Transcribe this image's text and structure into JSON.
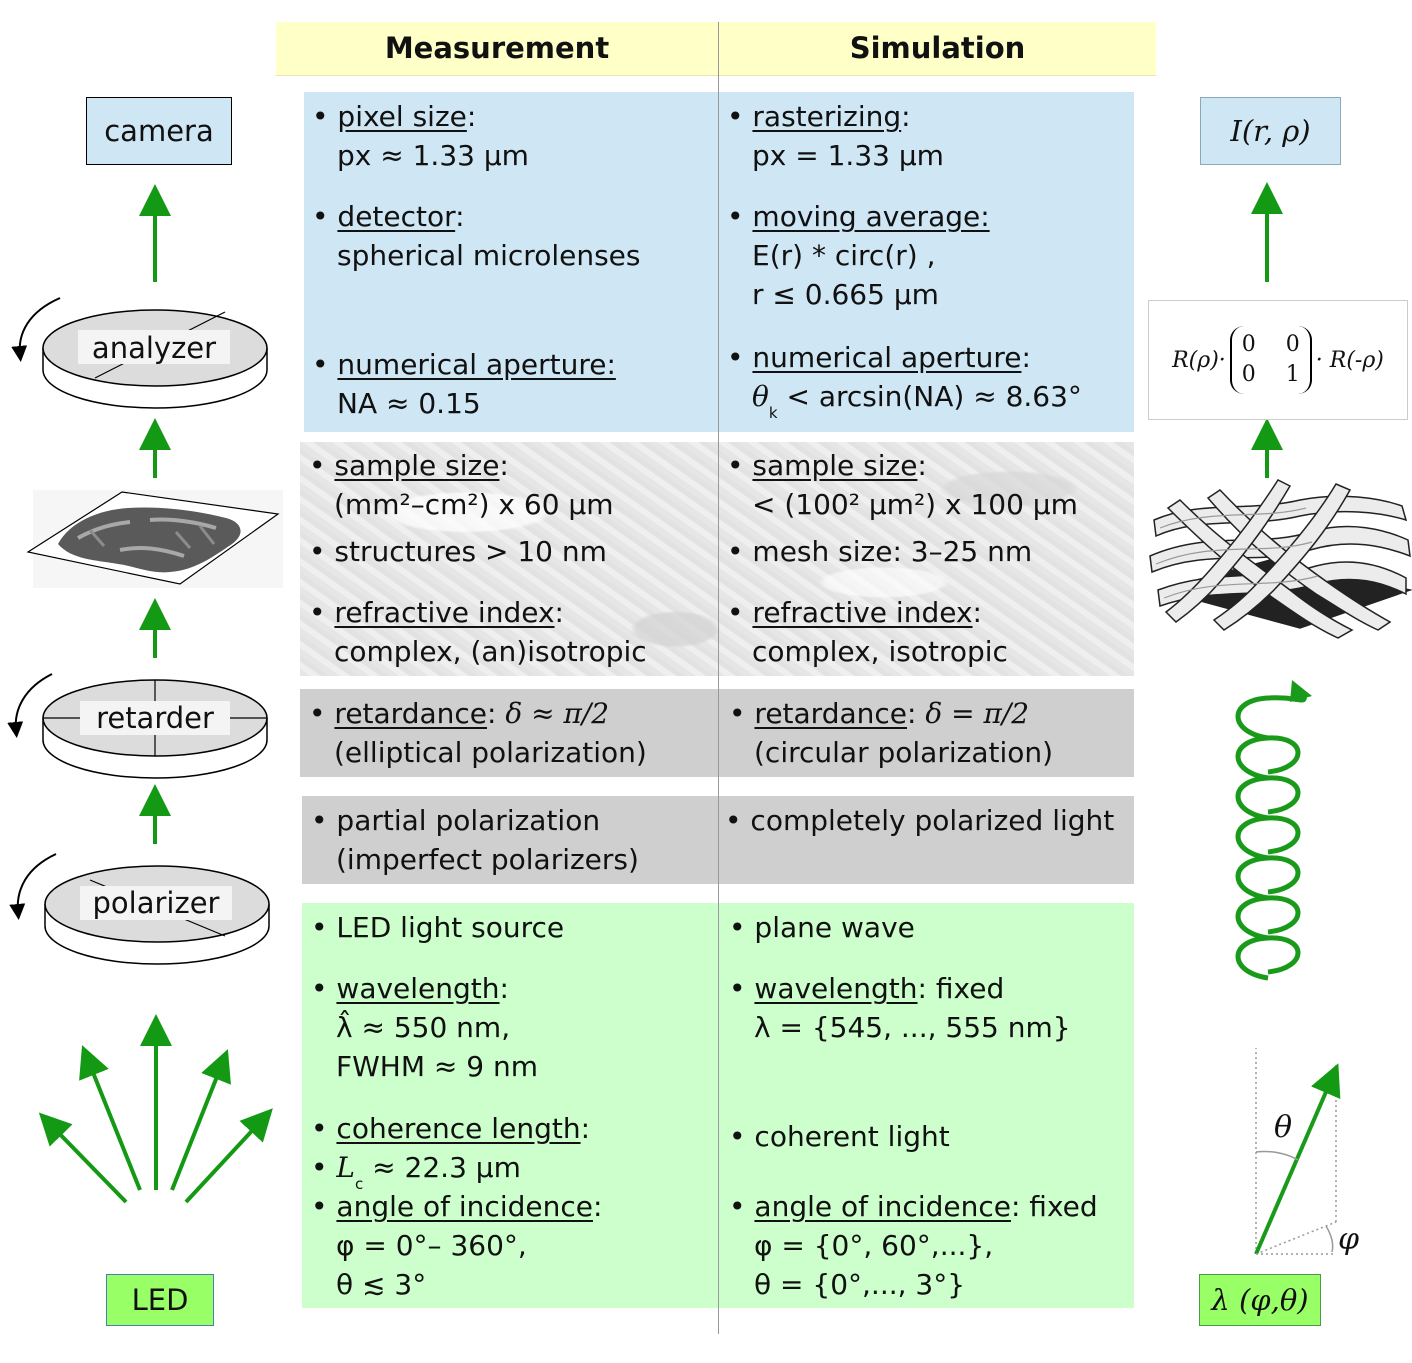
{
  "headers": {
    "measurement": "Measurement",
    "simulation": "Simulation"
  },
  "left_labels": {
    "camera": "camera",
    "analyzer": "analyzer",
    "retarder": "retarder",
    "polarizer": "polarizer",
    "led": "LED"
  },
  "right_labels": {
    "intensity": "I(r, ρ)",
    "light": "λ (φ,θ)",
    "theta": "θ",
    "phi": "φ"
  },
  "jones_formula": {
    "left": "R(ρ)·",
    "m11": "0",
    "m12": "0",
    "m21": "0",
    "m22": "1",
    "right": "· R(-ρ)"
  },
  "measurement": {
    "pixel_size_label": "pixel size",
    "pixel_size_value": "px ≈ 1.33 μm",
    "detector_label": "detector",
    "detector_value": "spherical microlenses",
    "na_label": "numerical aperture:",
    "na_value": "NA ≈ 0.15",
    "sample_size_label": "sample size",
    "sample_size_value": "(mm²–cm²) x 60 μm",
    "structures": "structures > 10 nm",
    "refr_label": "refractive index",
    "refr_value": "complex, (an)isotropic",
    "retardance_label": "retardance",
    "retardance_value": "δ ≈ π/2",
    "retardance_note": "(elliptical polarization)",
    "partial_1": "partial polarization",
    "partial_2": "(imperfect polarizers)",
    "led_source": "LED light source",
    "wavelength_label": "wavelength",
    "wavelength_v1": "λ̂ ≈ 550 nm,",
    "wavelength_v2": "FWHM ≈ 9 nm",
    "coherence_label": "coherence length",
    "coherence_symbol": "L",
    "coherence_sub": "c",
    "coherence_value": "≈ 22.3 μm",
    "angle_label": "angle of incidence",
    "angle_v1": "φ = 0°– 360°,",
    "angle_v2": "θ ≲ 3°"
  },
  "simulation": {
    "raster_label": "rasterizing",
    "raster_value": "px = 1.33 μm",
    "moving_label": "moving average:",
    "moving_v1": "E(r) * circ(r) ,",
    "moving_v2": "r ≤ 0.665 μm",
    "na_label": "numerical aperture",
    "na_value_a": "θ",
    "na_sub": "k",
    "na_value_b": "< arcsin(NA) ≈ 8.63°",
    "sample_size_label": "sample size",
    "sample_size_value": "< (100² μm²)  x 100 μm",
    "mesh": "mesh size: 3–25 nm",
    "refr_label": "refractive index",
    "refr_value": "complex, isotropic",
    "retardance_label": "retardance",
    "retardance_value": "δ = π/2",
    "retardance_note": "(circular polarization)",
    "complete": "completely polarized light",
    "plane_wave": "plane wave",
    "wavelength_label": "wavelength",
    "wavelength_fixed": ": fixed",
    "wavelength_value": "λ = {545, ..., 555 nm}",
    "coherent": "coherent light",
    "angle_label": "angle of incidence",
    "angle_fixed": ": fixed",
    "angle_v1": "φ = {0°, 60°,...},",
    "angle_v2": "θ = {0°,..., 3°}"
  }
}
